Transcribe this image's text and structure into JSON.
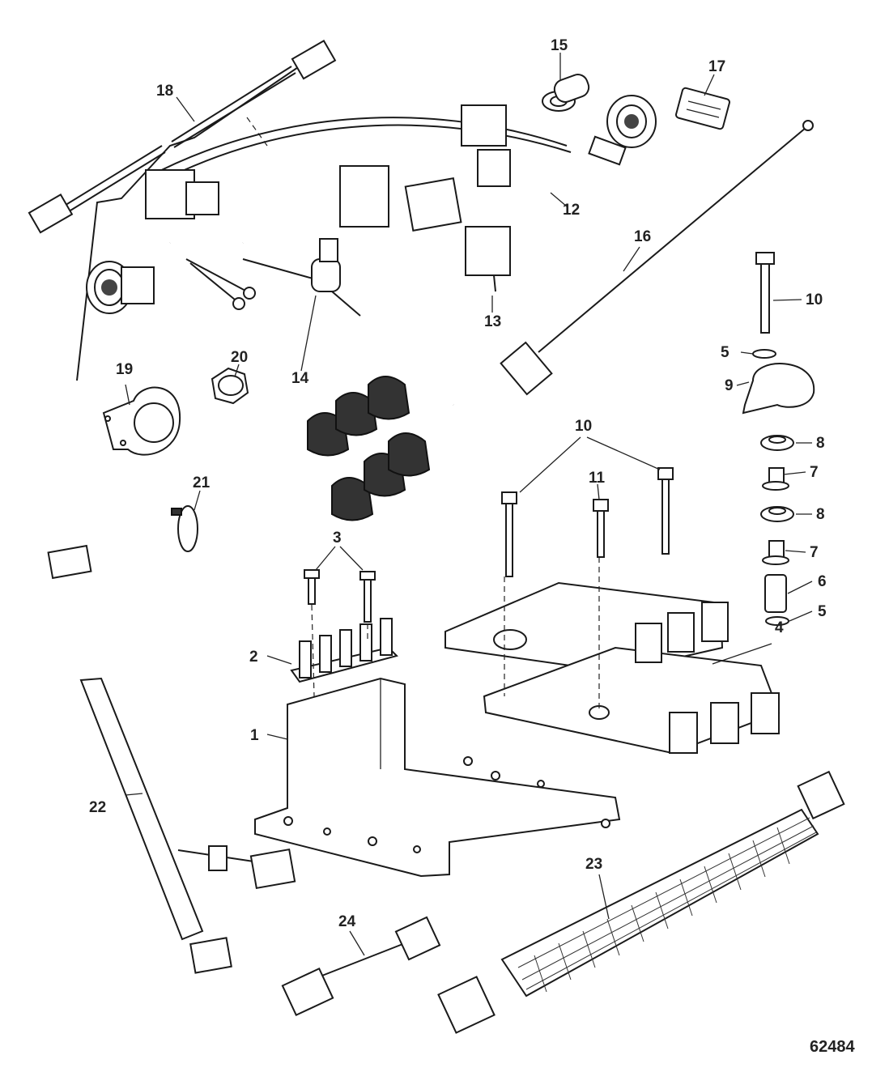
{
  "figure_number": "62484",
  "callouts": [
    {
      "id": "1",
      "text": "1"
    },
    {
      "id": "2",
      "text": "2"
    },
    {
      "id": "3",
      "text": "3"
    },
    {
      "id": "4",
      "text": "4"
    },
    {
      "id": "5a",
      "text": "5"
    },
    {
      "id": "5b",
      "text": "5"
    },
    {
      "id": "6",
      "text": "6"
    },
    {
      "id": "7a",
      "text": "7"
    },
    {
      "id": "7b",
      "text": "7"
    },
    {
      "id": "8a",
      "text": "8"
    },
    {
      "id": "8b",
      "text": "8"
    },
    {
      "id": "9",
      "text": "9"
    },
    {
      "id": "10a",
      "text": "10"
    },
    {
      "id": "10b",
      "text": "10"
    },
    {
      "id": "11",
      "text": "11"
    },
    {
      "id": "12",
      "text": "12"
    },
    {
      "id": "13",
      "text": "13"
    },
    {
      "id": "14",
      "text": "14"
    },
    {
      "id": "15",
      "text": "15"
    },
    {
      "id": "16",
      "text": "16"
    },
    {
      "id": "17",
      "text": "17"
    },
    {
      "id": "18",
      "text": "18"
    },
    {
      "id": "19",
      "text": "19"
    },
    {
      "id": "20",
      "text": "20"
    },
    {
      "id": "21",
      "text": "21"
    },
    {
      "id": "22",
      "text": "22"
    },
    {
      "id": "23",
      "text": "23"
    },
    {
      "id": "24",
      "text": "24"
    }
  ],
  "colors": {
    "line": "#1a1a1a",
    "background": "#ffffff"
  }
}
